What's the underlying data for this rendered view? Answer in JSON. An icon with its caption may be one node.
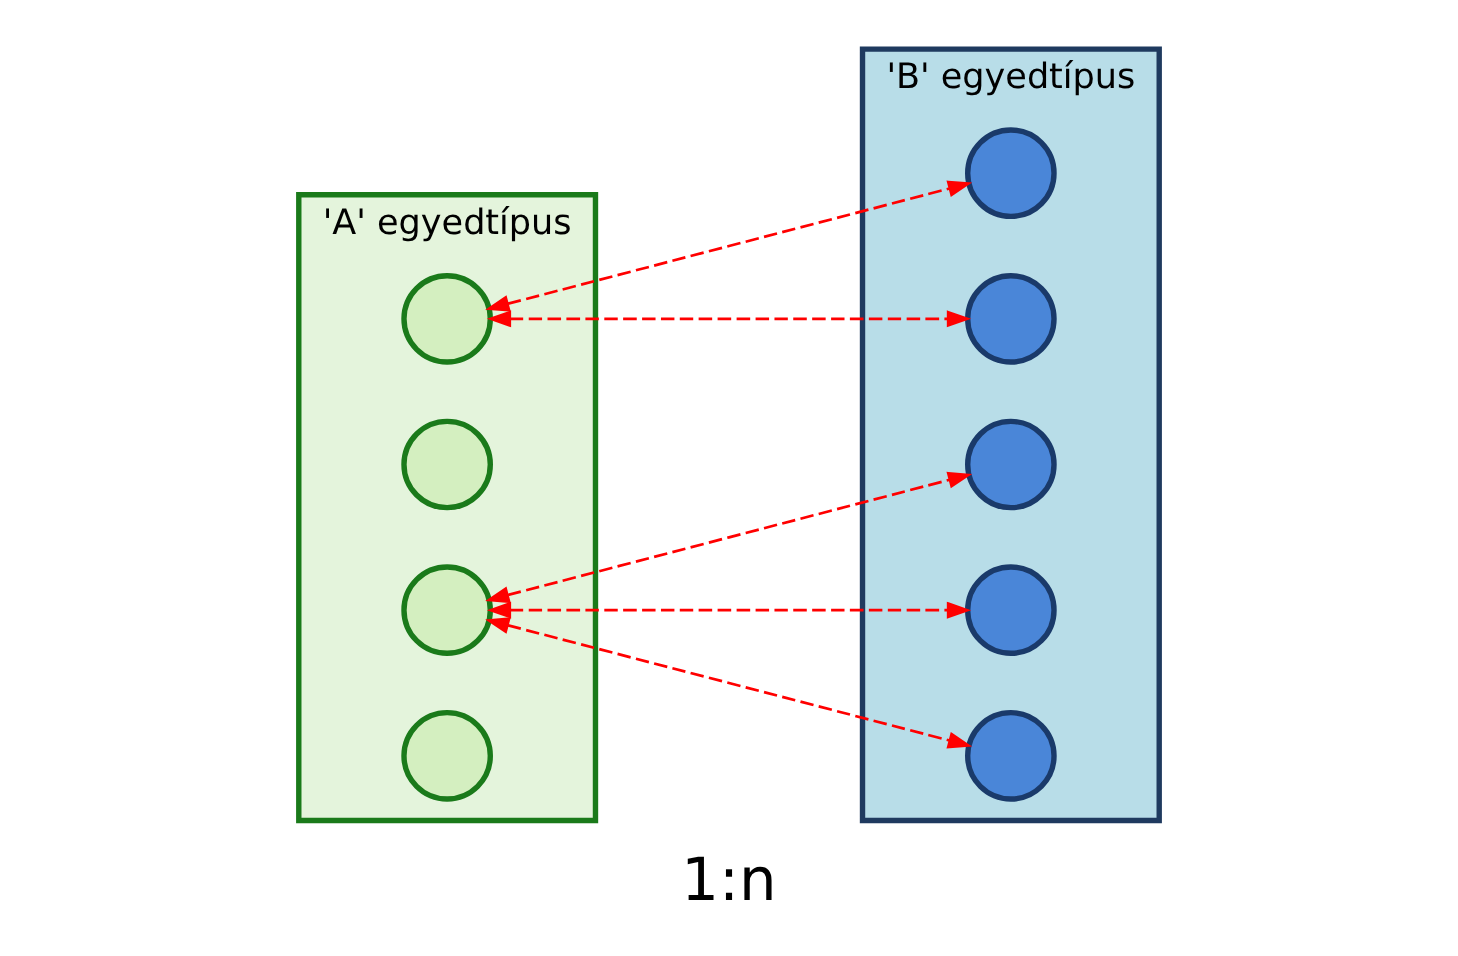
{
  "diagram": {
    "caption": "1:n",
    "nodes": [
      {
        "text": [
          "'A' egyedtípus"
        ]
      },
      {
        "text": [
          "'B' egyedtípus"
        ]
      },
      {
        "text": [],
        "shape": "circle",
        "in": 0
      },
      {
        "text": [],
        "shape": "circle",
        "in": 0
      },
      {
        "text": [],
        "shape": "circle",
        "in": 0
      },
      {
        "text": [],
        "shape": "circle",
        "in": 0
      },
      {
        "text": [],
        "shape": "circle",
        "in": 1
      },
      {
        "text": [],
        "shape": "circle",
        "in": 1
      },
      {
        "text": [],
        "shape": "circle",
        "in": 1
      },
      {
        "text": [],
        "shape": "circle",
        "in": 1
      },
      {
        "text": [],
        "shape": "circle",
        "in": 1
      }
    ],
    "edges": [
      {
        "from": 2,
        "to": 6,
        "arrow": "both",
        "style": "dashed",
        "color": "#ff0000"
      },
      {
        "from": 2,
        "to": 7,
        "arrow": "both",
        "style": "dashed",
        "color": "#ff0000"
      },
      {
        "from": 4,
        "to": 8,
        "arrow": "both",
        "style": "dashed",
        "color": "#ff0000"
      },
      {
        "from": 4,
        "to": 9,
        "arrow": "both",
        "style": "dashed",
        "color": "#ff0000"
      },
      {
        "from": 4,
        "to": 10,
        "arrow": "both",
        "style": "dashed",
        "color": "#ff0000"
      }
    ]
  }
}
